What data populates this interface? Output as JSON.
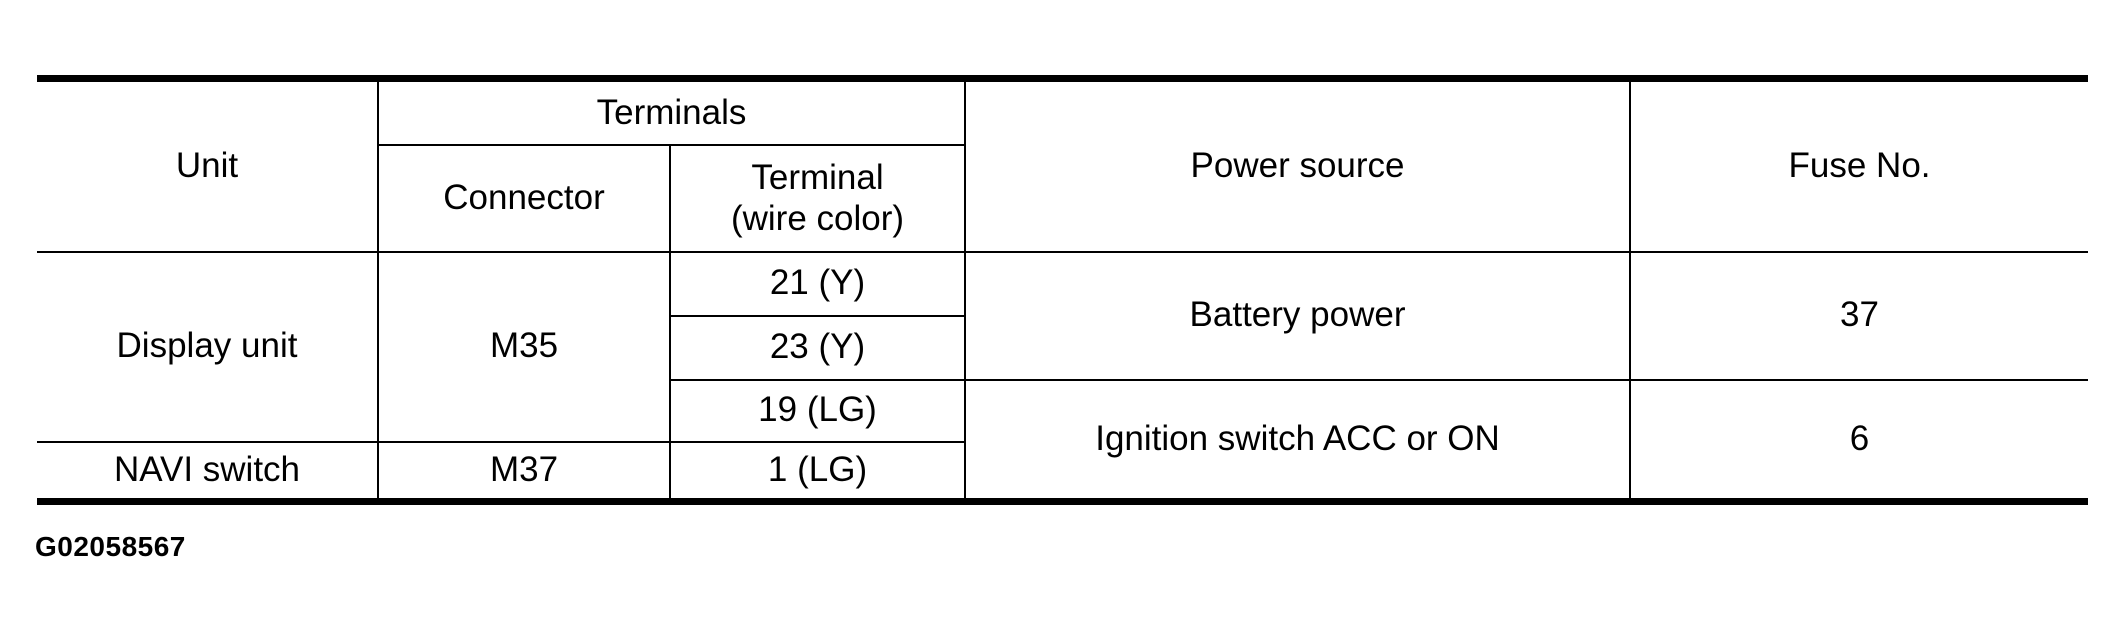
{
  "colors": {
    "ink": "#000000",
    "paper": "#ffffff"
  },
  "table": {
    "header": {
      "unit": "Unit",
      "terminals": "Terminals",
      "connector": "Connector",
      "terminal_line1": "Terminal",
      "terminal_line2": "(wire color)",
      "power_source": "Power source",
      "fuse_no": "Fuse No."
    },
    "body": {
      "units": [
        {
          "label": "Display unit",
          "connector": "M35",
          "terminals": [
            "21 (Y)",
            "23 (Y)",
            "19 (LG)"
          ]
        },
        {
          "label": "NAVI switch",
          "connector": "M37",
          "terminals": [
            "1 (LG)"
          ]
        }
      ],
      "power": [
        {
          "source": "Battery power",
          "fuse": "37"
        },
        {
          "source": "Ignition switch ACC or ON",
          "fuse": "6"
        }
      ]
    }
  },
  "caption": {
    "figure_id": "G02058567"
  }
}
